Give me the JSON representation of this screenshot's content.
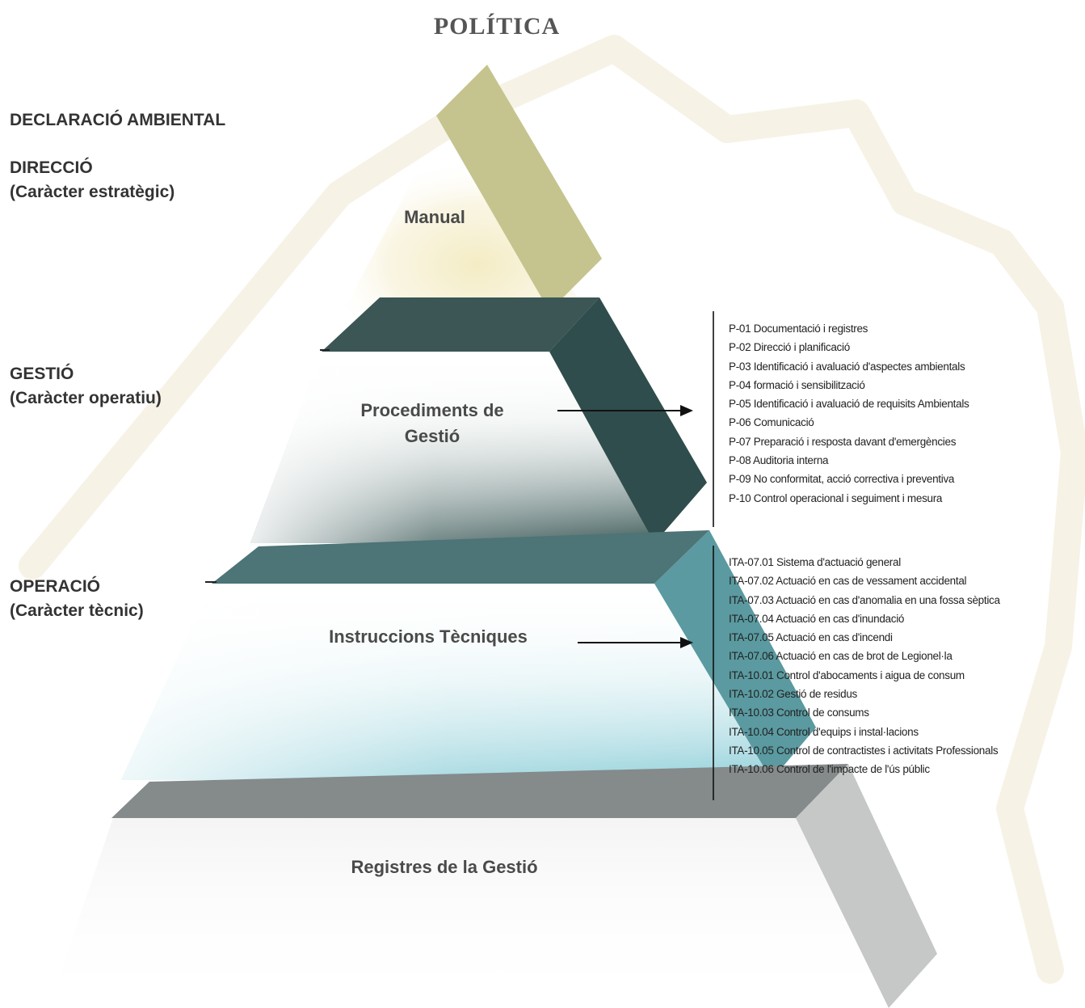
{
  "title": "POLÍTICA",
  "side_labels": {
    "declaracio": "DECLARACIÓ AMBIENTAL",
    "direccio": {
      "title": "DIRECCIÓ",
      "subtitle": "(Caràcter estratègic)"
    },
    "gestio": {
      "title": "GESTIÓ",
      "subtitle": "(Caràcter operatiu)"
    },
    "operacio": {
      "title": "OPERACIÓ",
      "subtitle": "(Caràcter tècnic)"
    }
  },
  "levels": {
    "manual": "Manual",
    "procediments": {
      "line1": "Procediments de",
      "line2": "Gestió"
    },
    "instruccions": "Instruccions Tècniques",
    "registres": "Registres de la Gestió"
  },
  "procediments_list": [
    "P-01 Documentació i registres",
    "P-02 Direcció i planificació",
    "P-03 Identificació i avaluació d'aspectes ambientals",
    "P-04 formació i sensibilització",
    "P-05 Identificació i avaluació de requisits Ambientals",
    "P-06 Comunicació",
    "P-07 Preparació i resposta davant d'emergències",
    "P-08 Auditoria interna",
    "P-09 No conformitat, acció correctiva i preventiva",
    "P-10 Control operacional i seguiment i mesura"
  ],
  "instruccions_list": [
    "ITA-07.01 Sistema d'actuació general",
    "ITA-07.02 Actuació en cas de vessament accidental",
    "ITA-07.03 Actuació en cas d'anomalia en una fossa sèptica",
    "ITA-07.04 Actuació en cas d'inundació",
    "ITA-07.05 Actuació en cas d'incendi",
    "ITA-07.06 Actuació en cas de brot de Legionel·la",
    "ITA-10.01 Control d'abocaments i aigua de consum",
    "ITA-10.02 Gestió de residus",
    "ITA-10.03 Control de consums",
    "ITA-10.04 Control d'equips i instal·lacions",
    "ITA-10.05 Control de contractistes i activitats Professionals",
    "ITA-10.06 Control de l'impacte de l'ús públic"
  ],
  "colors": {
    "manual_slab": "#c5c48e",
    "manual_glow": "#f4ecc4",
    "procediments_slab": "#2f4d4c",
    "procediments_shelf": "#3b5655",
    "instruccions_slab": "#5a9aa0",
    "instruccions_shelf": "#4d7476",
    "instruccions_glow": "#bfe4ea",
    "registres_shelf": "#858a8b",
    "registres_slab": "#c5c8c7",
    "watermark": "#f6f1e3"
  }
}
